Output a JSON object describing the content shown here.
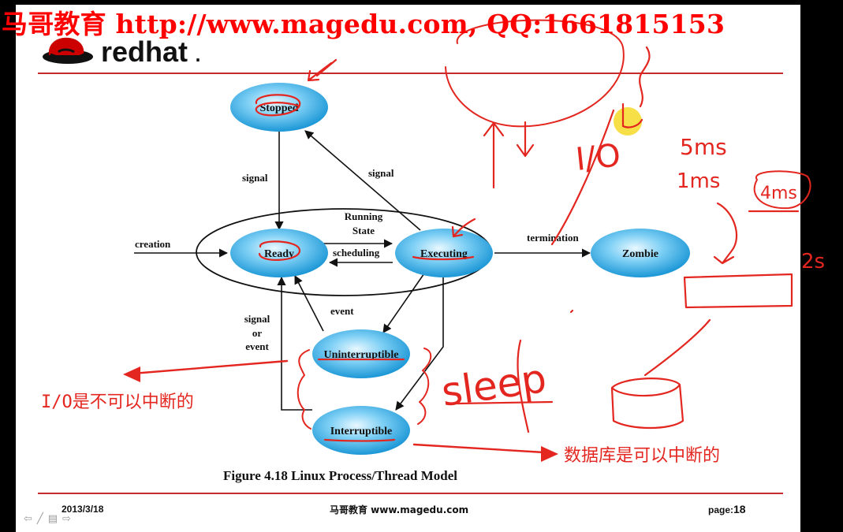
{
  "watermark": "马哥教育 http://www.magedu.com, QQ:1661815153",
  "logo": {
    "text": "redhat",
    "suffix": "."
  },
  "figure_caption": "Figure 4.18   Linux Process/Thread Model",
  "states": {
    "stopped": "Stopped",
    "ready": "Ready",
    "executing": "Executing",
    "zombie": "Zombie",
    "uninterruptible": "Uninterruptible",
    "interruptible": "Interruptible"
  },
  "group_label": {
    "line1": "Running",
    "line2": "State"
  },
  "transitions": {
    "creation": "creation",
    "termination": "termination",
    "scheduling": "scheduling",
    "signal_left": "signal",
    "signal_right": "signal",
    "event": "event",
    "signal_or_event": {
      "line1": "signal",
      "line2": "or",
      "line3": "event"
    }
  },
  "annotations": {
    "io_note": "I/O是不可以中断的",
    "db_note": "数据库是可以中断的",
    "io_label": "I/O",
    "t5": "5ms",
    "t1": "1ms",
    "t4": "4ms",
    "t2": "2s",
    "sleep": "sleep"
  },
  "footer": {
    "date": "2013/3/18",
    "site": "马哥教育 www.magedu.com",
    "page_label": "page:",
    "page_number": "18"
  },
  "nav": {
    "prev": "⇦",
    "pen": "╱",
    "menu": "▤",
    "next": "⇨"
  },
  "colors": {
    "accent_red": "#e3261f",
    "node_blue": "#35aee6",
    "rule": "#c62a2a"
  }
}
